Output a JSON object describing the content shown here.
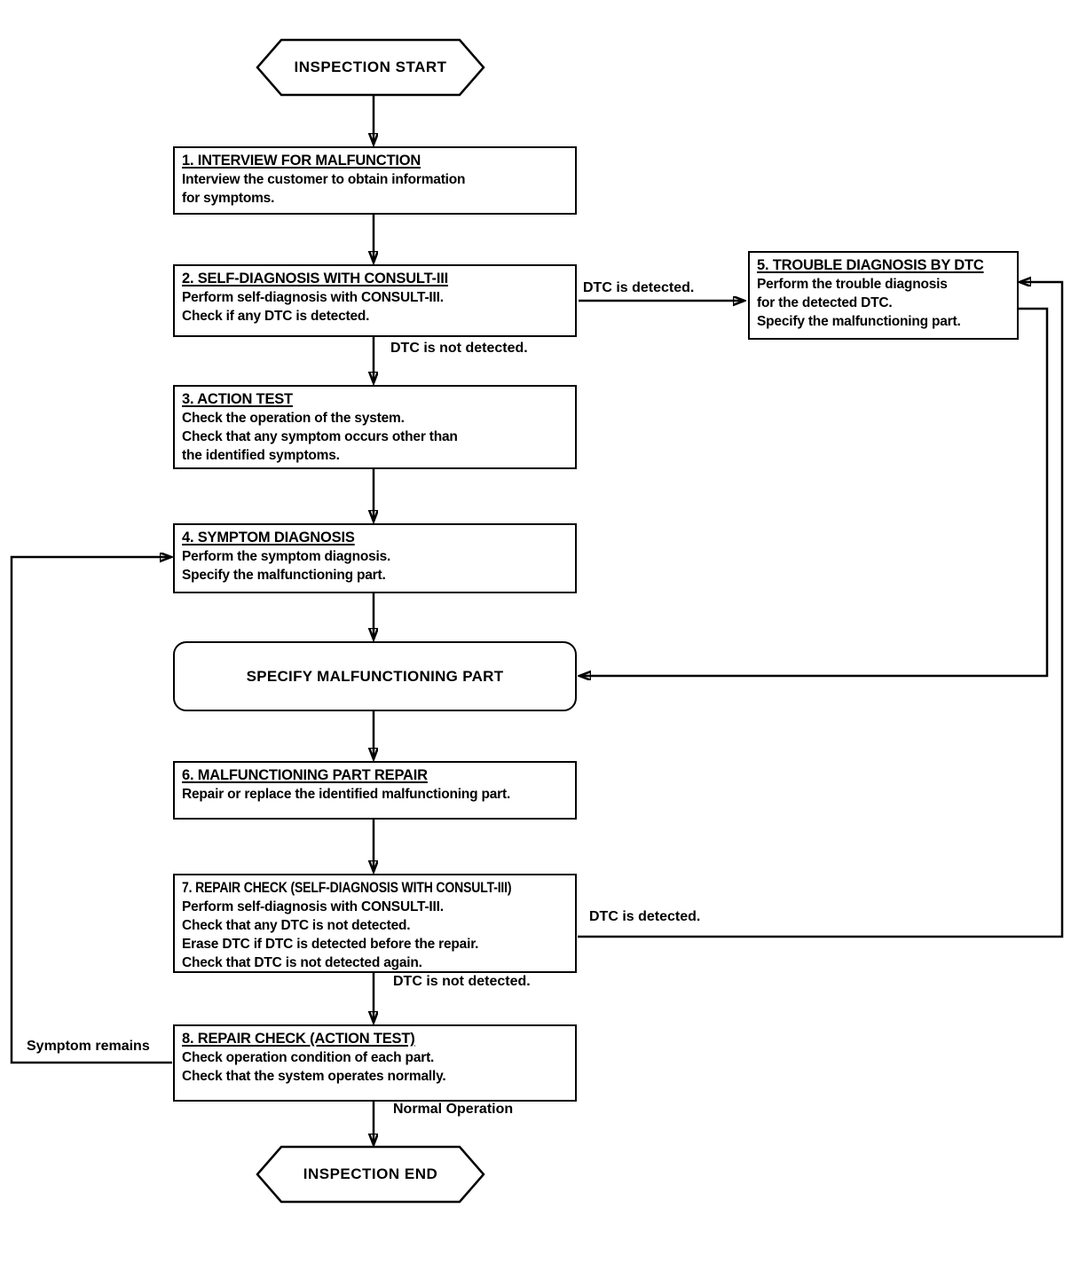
{
  "nodes": {
    "start": "INSPECTION START",
    "step1": {
      "title": "1. INTERVIEW FOR MALFUNCTION",
      "body": [
        "Interview the customer to obtain information",
        "for symptoms."
      ]
    },
    "step2": {
      "title": "2. SELF-DIAGNOSIS WITH CONSULT-III",
      "body": [
        "Perform self-diagnosis with CONSULT-III.",
        "Check if any DTC is detected."
      ]
    },
    "step3": {
      "title": "3. ACTION TEST",
      "body": [
        "Check the operation of the system.",
        "Check that any symptom occurs other than",
        "the identified symptoms."
      ]
    },
    "step4": {
      "title": "4. SYMPTOM DIAGNOSIS",
      "body": [
        "Perform the symptom diagnosis.",
        "Specify the malfunctioning part."
      ]
    },
    "step5": {
      "title": "5. TROUBLE DIAGNOSIS BY DTC",
      "body": [
        "Perform the trouble diagnosis",
        "for the detected DTC.",
        "Specify the malfunctioning part."
      ]
    },
    "specify": "SPECIFY MALFUNCTIONING PART",
    "step6": {
      "title": "6. MALFUNCTIONING PART REPAIR",
      "body": [
        "Repair or replace the identified malfunctioning part."
      ]
    },
    "step7": {
      "title": "7. REPAIR CHECK (SELF-DIAGNOSIS WITH CONSULT-III)",
      "body": [
        "Perform self-diagnosis with CONSULT-III.",
        "Check that any DTC is not detected.",
        "Erase DTC if DTC is detected before the repair.",
        "Check that DTC is not detected again."
      ]
    },
    "step8": {
      "title": "8. REPAIR CHECK (ACTION TEST)",
      "body": [
        "Check operation condition of each part.",
        "Check that the system operates normally."
      ]
    },
    "end": "INSPECTION END"
  },
  "edge_labels": {
    "dtc_detected_upper": "DTC is detected.",
    "dtc_not_detected_upper": "DTC is not detected.",
    "dtc_detected_lower": "DTC is detected.",
    "dtc_not_detected_lower": "DTC is not detected.",
    "normal_operation": "Normal Operation",
    "symptom_remains": "Symptom remains"
  },
  "colors": {
    "line": "#000000",
    "text": "#000000",
    "background": "#ffffff"
  }
}
